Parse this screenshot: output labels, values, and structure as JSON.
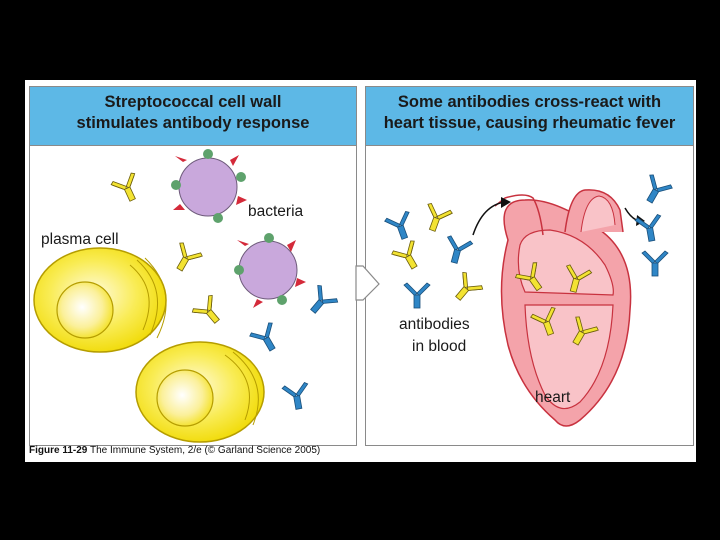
{
  "panels": {
    "left": {
      "title_line1": "Streptococcal cell wall",
      "title_line2": "stimulates antibody response"
    },
    "right": {
      "title_line1": "Some antibodies cross-react with",
      "title_line2": "heart tissue, causing rheumatic fever"
    }
  },
  "labels": {
    "plasma_cell": "plasma cell",
    "bacteria": "bacteria",
    "antibodies_line1": "antibodies",
    "antibodies_line2": "in blood",
    "heart": "heart"
  },
  "caption": {
    "figure": "Figure 11-29",
    "text": "The Immune System, 2/e (© Garland Science 2005)"
  },
  "colors": {
    "background": "#000000",
    "header": "#5db8e6",
    "plasma_cell": "#f5e51c",
    "bacteria": "#c9a8dc",
    "spike_red": "#d42a3a",
    "knob_green": "#5ea26c",
    "antibody_yellow": "#f3e332",
    "antibody_blue": "#2f86c6",
    "heart": "#f4a3aa",
    "heart_dark": "#c8323f"
  },
  "icons": [
    "plasma-cell-icon",
    "bacterium-icon",
    "yellow-antibody-icon",
    "blue-antibody-icon",
    "heart-icon",
    "arrow-icon"
  ]
}
